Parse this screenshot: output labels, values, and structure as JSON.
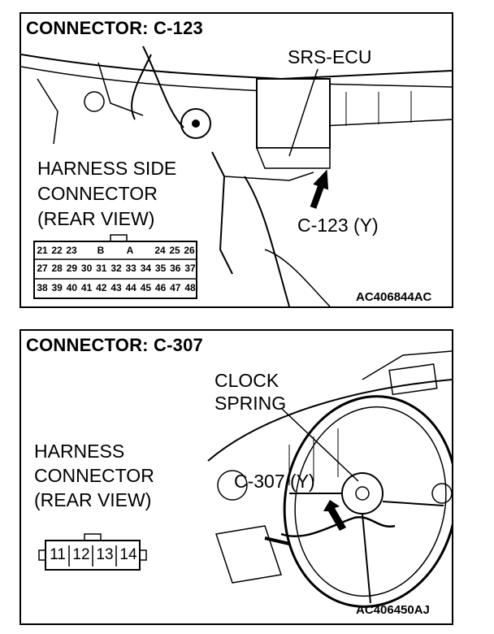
{
  "panel1": {
    "title": "CONNECTOR: C-123",
    "ecu_label": "SRS-ECU",
    "harness_label": [
      "HARNESS SIDE",
      "CONNECTOR",
      "(REAR VIEW)"
    ],
    "connector_label": "C-123 (Y)",
    "code": "AC406844AC",
    "pins_row1_left": [
      "21",
      "22",
      "23"
    ],
    "pins_row1_mid": [
      "B",
      "A"
    ],
    "pins_row1_right": [
      "24",
      "25",
      "26"
    ],
    "pins_row2": [
      "27",
      "28",
      "29",
      "30",
      "31",
      "32",
      "33",
      "34",
      "35",
      "36",
      "37"
    ],
    "pins_row3": [
      "38",
      "39",
      "40",
      "41",
      "42",
      "43",
      "44",
      "45",
      "46",
      "47",
      "48"
    ]
  },
  "panel2": {
    "title": "CONNECTOR: C-307",
    "clock_label": [
      "CLOCK",
      "SPRING"
    ],
    "harness_label": [
      "HARNESS",
      "CONNECTOR",
      "(REAR VIEW)"
    ],
    "connector_label": "C-307 (Y)",
    "code": "AC406450AJ",
    "pins": [
      "11",
      "12",
      "13",
      "14"
    ]
  }
}
